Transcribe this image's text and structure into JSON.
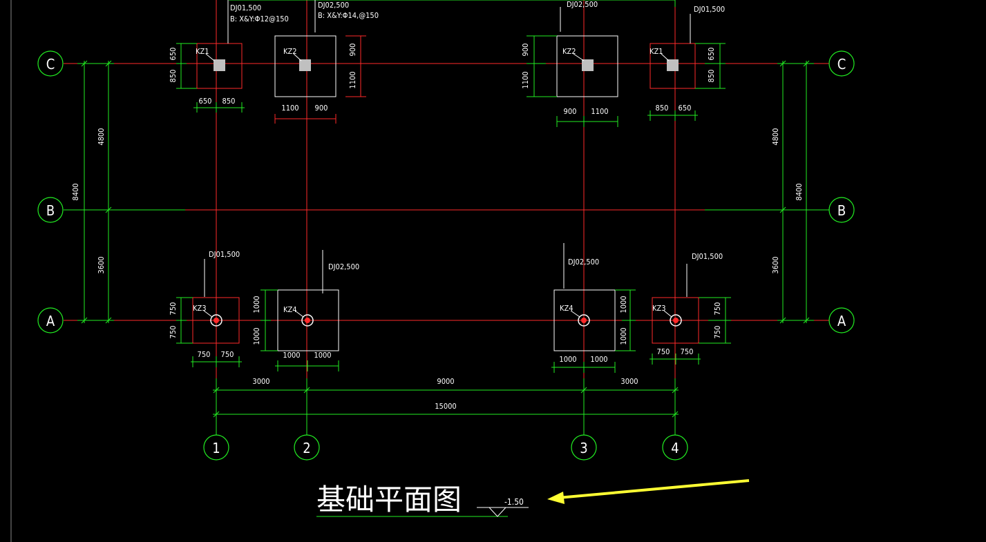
{
  "drawing": {
    "title": "基础平面图",
    "elevation": "-1.50"
  },
  "grid": {
    "rows": [
      "C",
      "B",
      "A"
    ],
    "cols": [
      "1",
      "2",
      "3",
      "4"
    ]
  },
  "dimensions": {
    "vertical_outer": "8400",
    "vertical_upper": "4800",
    "vertical_lower": "3600",
    "horizontal_spans": [
      "3000",
      "9000",
      "3000"
    ],
    "horizontal_total": "15000"
  },
  "foundations": [
    {
      "id": "f1",
      "column": "KZ1",
      "label": "DJ01,500",
      "rebar": "B: X&Y:Φ12@150",
      "dims_h": [
        "650",
        "850"
      ],
      "dims_v": [
        "650",
        "850"
      ]
    },
    {
      "id": "f2",
      "column": "KZ2",
      "label": "DJ02,500",
      "rebar": "B: X&Y:Φ14,@150",
      "dims_h": [
        "1100",
        "900"
      ],
      "dims_v": [
        "900",
        "1100"
      ]
    },
    {
      "id": "f3",
      "column": "KZ2",
      "label": "DJ02,500",
      "rebar": "",
      "dims_h": [
        "900",
        "1100"
      ],
      "dims_v": [
        "900",
        "1100"
      ]
    },
    {
      "id": "f4",
      "column": "KZ1",
      "label": "DJ01,500",
      "rebar": "",
      "dims_h": [
        "850",
        "650"
      ],
      "dims_v": [
        "650",
        "850"
      ]
    },
    {
      "id": "f5",
      "column": "KZ3",
      "label": "DJ01,500",
      "rebar": "",
      "dims_h": [
        "750",
        "750"
      ],
      "dims_v": [
        "750",
        "750"
      ]
    },
    {
      "id": "f6",
      "column": "KZ4",
      "label": "DJ02,500",
      "rebar": "",
      "dims_h": [
        "1000",
        "1000"
      ],
      "dims_v": [
        "1000",
        "1000"
      ]
    },
    {
      "id": "f7",
      "column": "KZ4",
      "label": "DJ02,500",
      "rebar": "",
      "dims_h": [
        "1000",
        "1000"
      ],
      "dims_v": [
        "1000",
        "1000"
      ]
    },
    {
      "id": "f8",
      "column": "KZ3",
      "label": "DJ01,500",
      "rebar": "",
      "dims_h": [
        "750",
        "750"
      ],
      "dims_v": [
        "750",
        "750"
      ]
    }
  ],
  "colors": {
    "grid_line": "#ff2a2a",
    "dimension": "#22ee22",
    "footing_red": "#ff2a2a",
    "footing_white": "#ffffff",
    "text": "#ffffff",
    "arrow": "#ffff33"
  }
}
